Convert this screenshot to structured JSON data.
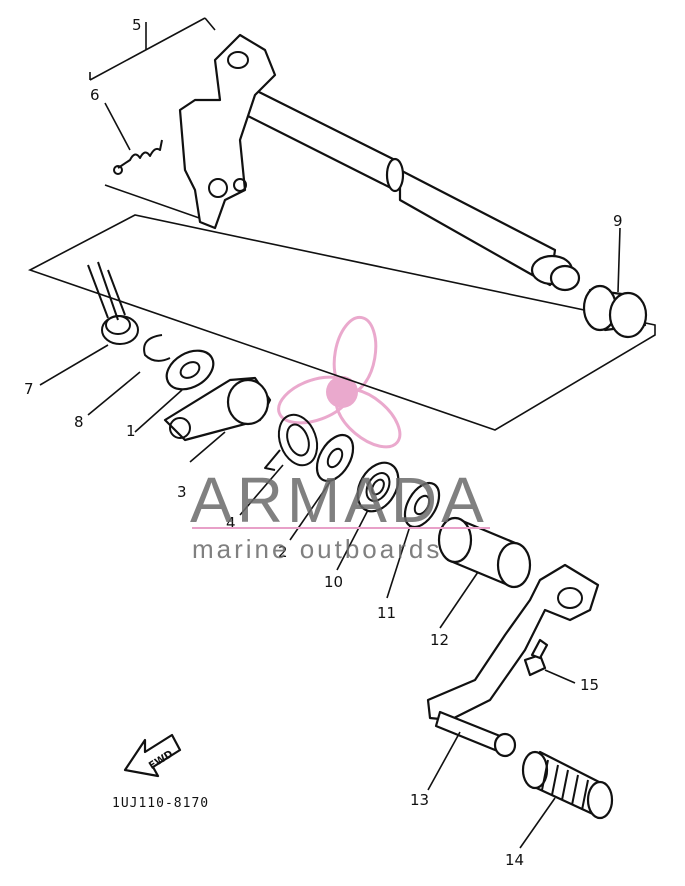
{
  "diagram": {
    "catalog_code": "1UJ110-8170",
    "fwd_label": "FWD",
    "part_labels": [
      "1",
      "2",
      "3",
      "4",
      "5",
      "6",
      "7",
      "8",
      "9",
      "10",
      "11",
      "12",
      "13",
      "14",
      "15"
    ]
  },
  "watermark": {
    "brand": "ARMADA",
    "tagline": "marine outboards",
    "logo_color": "#e8a0c8",
    "text_color": "#6a6a6a"
  }
}
